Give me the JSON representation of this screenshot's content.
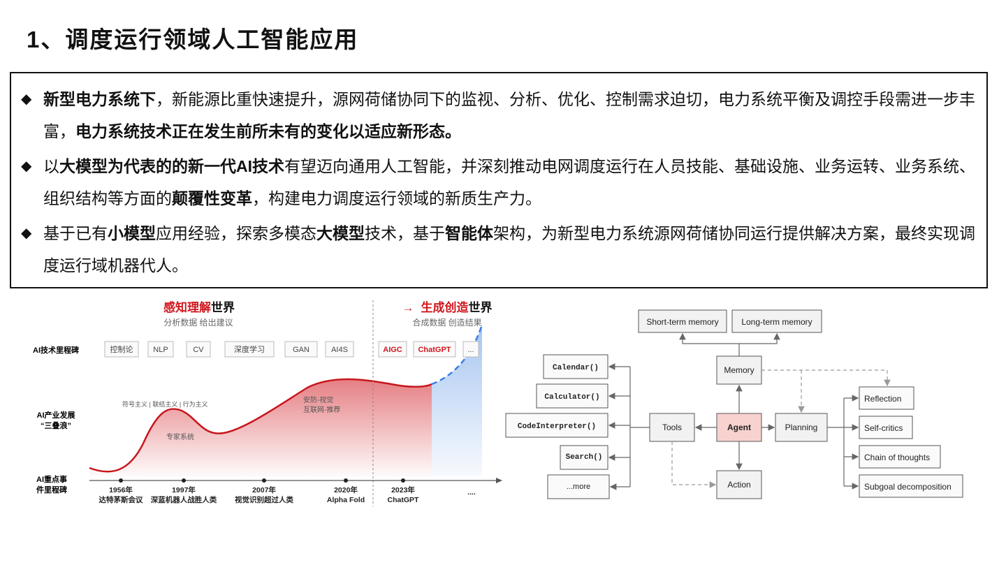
{
  "title": "1、调度运行领域人工智能应用",
  "bullets": [
    {
      "marker": "◆",
      "parts": [
        {
          "t": "新型电力系统下",
          "b": true
        },
        {
          "t": "，新能源比重快速提升，源网荷储协同下的监视、分析、优化、控制需求迫切，电力系统平衡及调控手段需进一步丰富，",
          "b": false
        },
        {
          "t": "电力系统技术正在发生前所未有的变化以适应新形态。",
          "b": true
        }
      ]
    },
    {
      "marker": "◆",
      "parts": [
        {
          "t": "以",
          "b": false
        },
        {
          "t": "大模型为代表的的新一代AI技术",
          "b": true
        },
        {
          "t": "有望迈向通用人工智能，并深刻推动电网调度运行在人员技能、基础设施、业务运转、业务系统、组织结构等方面的",
          "b": false
        },
        {
          "t": "颠覆性变革",
          "b": true
        },
        {
          "t": "，构建电力调度运行领域的新质生产力。",
          "b": false
        }
      ]
    },
    {
      "marker": "◆",
      "parts": [
        {
          "t": "基于已有",
          "b": false
        },
        {
          "t": "小模型",
          "b": true
        },
        {
          "t": "应用经验，探索多模态",
          "b": false
        },
        {
          "t": "大模型",
          "b": true
        },
        {
          "t": "技术，基于",
          "b": false
        },
        {
          "t": "智能体",
          "b": true
        },
        {
          "t": "架构，为新型电力系统源网荷储协同运行提供解决方案，最终实现调度运行域机器代人。",
          "b": false
        }
      ]
    }
  ],
  "timeline": {
    "header_left": {
      "red": "感知理解",
      "black": "世界",
      "sub": "分析数据 给出建议"
    },
    "header_right": {
      "arrow": "→",
      "red": "生成创造",
      "black": "世界",
      "sub": "合成数据 创造结果"
    },
    "row_labels": {
      "milestones": "AI技术里程碑",
      "waves": [
        "AI产业发展",
        "“三叠浪”"
      ],
      "events": [
        "AI重点事",
        "件里程碑"
      ]
    },
    "tech_tags": [
      "控制论",
      "NLP",
      "CV",
      "深度学习",
      "GAN",
      "AI4S",
      "AIGC",
      "ChatGPT",
      "..."
    ],
    "wave_labels": [
      "符号主义 | 联结主义 | 行为主义",
      "专家系统",
      "安防-视觉",
      "互联网-推荐"
    ],
    "events": [
      {
        "year": "1956年",
        "desc": "达特茅斯会议"
      },
      {
        "year": "1997年",
        "desc": "深蓝机器人战胜人类"
      },
      {
        "year": "2007年",
        "desc": "视觉识别超过人类"
      },
      {
        "year": "2020年",
        "desc": "Alpha Fold"
      },
      {
        "year": "2023年",
        "desc": "ChatGPT"
      },
      {
        "year": "....",
        "desc": ""
      }
    ],
    "colors": {
      "red": "#d0171e",
      "blue": "#3b7fe0"
    }
  },
  "agent": {
    "center": "Agent",
    "memory": "Memory",
    "short_term": "Short-term memory",
    "long_term": "Long-term memory",
    "tools": "Tools",
    "planning": "Planning",
    "action": "Action",
    "tool_items": [
      "Calendar()",
      "Calculator()",
      "CodeInterpreter()",
      "Search()",
      "...more"
    ],
    "planning_items": [
      "Reflection",
      "Self-critics",
      "Chain of thoughts",
      "Subgoal decomposition"
    ],
    "colors": {
      "agent_fill": "#f7d2cf",
      "node_fill": "#f2f2f2"
    }
  }
}
